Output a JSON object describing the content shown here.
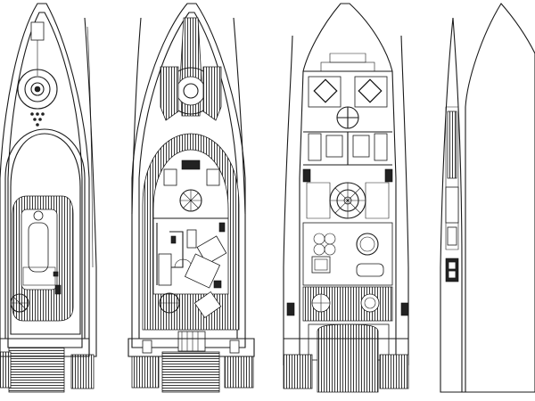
{
  "drawing": {
    "views": [
      {
        "id": "sun-deck-plan"
      },
      {
        "id": "upper-deck-plan"
      },
      {
        "id": "main-deck-plan"
      },
      {
        "id": "hull-profile"
      }
    ],
    "colors": {
      "line": "#1a1a1a",
      "background": "#ffffff",
      "deck_teak": "#2a2a2a"
    }
  }
}
